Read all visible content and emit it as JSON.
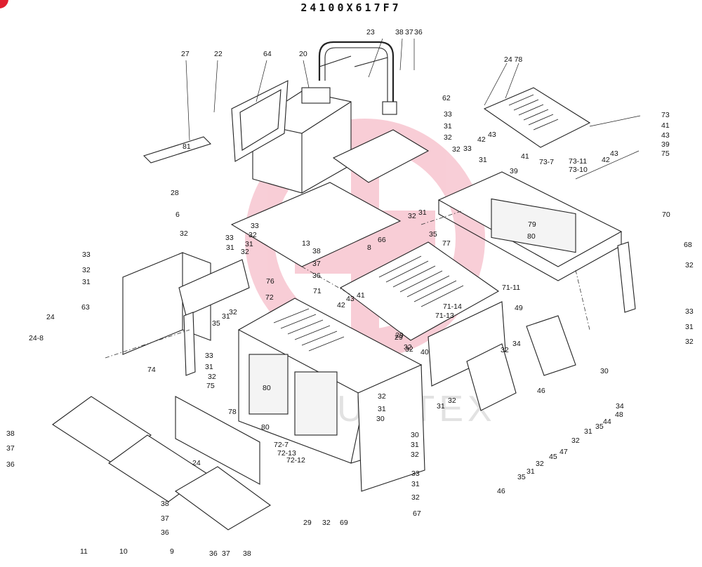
{
  "drawing": {
    "title": "24100X617F7",
    "watermark_text": "UNITEX"
  },
  "callouts": [
    {
      "id": "c23",
      "text": "23"
    },
    {
      "id": "c38a",
      "text": "38"
    },
    {
      "id": "c37a",
      "text": "37"
    },
    {
      "id": "c36a",
      "text": "36"
    },
    {
      "id": "c27",
      "text": "27"
    },
    {
      "id": "c22",
      "text": "22"
    },
    {
      "id": "c64",
      "text": "64"
    },
    {
      "id": "c20",
      "text": "20"
    },
    {
      "id": "c24_78",
      "text": "24 78"
    },
    {
      "id": "c62",
      "text": "62"
    },
    {
      "id": "c33a",
      "text": "33"
    },
    {
      "id": "c31a",
      "text": "31"
    },
    {
      "id": "c32a",
      "text": "32"
    },
    {
      "id": "c73",
      "text": "73"
    },
    {
      "id": "c41a",
      "text": "41"
    },
    {
      "id": "c43a",
      "text": "43"
    },
    {
      "id": "c39a",
      "text": "39"
    },
    {
      "id": "c75a",
      "text": "75"
    },
    {
      "id": "c81",
      "text": "81"
    },
    {
      "id": "c42a",
      "text": "42"
    },
    {
      "id": "c43b",
      "text": "43"
    },
    {
      "id": "c43c",
      "text": "43"
    },
    {
      "id": "c41b",
      "text": "41"
    },
    {
      "id": "c32b",
      "text": "32"
    },
    {
      "id": "c33b",
      "text": "33"
    },
    {
      "id": "c31b",
      "text": "31"
    },
    {
      "id": "c39b",
      "text": "39"
    },
    {
      "id": "c73_7",
      "text": "73-7"
    },
    {
      "id": "c73_11",
      "text": "73-11"
    },
    {
      "id": "c73_10",
      "text": "73-10"
    },
    {
      "id": "c42b",
      "text": "42"
    },
    {
      "id": "c28",
      "text": "28"
    },
    {
      "id": "c6",
      "text": "6"
    },
    {
      "id": "c32c",
      "text": "32"
    },
    {
      "id": "c31c",
      "text": "31"
    },
    {
      "id": "c35a",
      "text": "35"
    },
    {
      "id": "c77",
      "text": "77"
    },
    {
      "id": "c79",
      "text": "79"
    },
    {
      "id": "c80a",
      "text": "80"
    },
    {
      "id": "c70",
      "text": "70"
    },
    {
      "id": "c68",
      "text": "68"
    },
    {
      "id": "c33c",
      "text": "33"
    },
    {
      "id": "c31d",
      "text": "31"
    },
    {
      "id": "c32d",
      "text": "32"
    },
    {
      "id": "c13",
      "text": "13"
    },
    {
      "id": "c8",
      "text": "8"
    },
    {
      "id": "c66",
      "text": "66"
    },
    {
      "id": "c32e",
      "text": "32"
    },
    {
      "id": "c33d",
      "text": "33"
    },
    {
      "id": "c32f",
      "text": "32"
    },
    {
      "id": "c31e",
      "text": "31"
    },
    {
      "id": "c38b",
      "text": "38"
    },
    {
      "id": "c37b",
      "text": "37"
    },
    {
      "id": "c36b",
      "text": "36"
    },
    {
      "id": "c33e",
      "text": "33"
    },
    {
      "id": "c32g",
      "text": "32"
    },
    {
      "id": "c31f",
      "text": "31"
    },
    {
      "id": "c76",
      "text": "76"
    },
    {
      "id": "c71",
      "text": "71"
    },
    {
      "id": "c41c",
      "text": "41"
    },
    {
      "id": "c71_11",
      "text": "71-11"
    },
    {
      "id": "c42c",
      "text": "42"
    },
    {
      "id": "c43d",
      "text": "43"
    },
    {
      "id": "c71_14",
      "text": "71-14"
    },
    {
      "id": "c71_13",
      "text": "71-13"
    },
    {
      "id": "c49",
      "text": "49"
    },
    {
      "id": "c29a",
      "text": "29"
    },
    {
      "id": "c32h",
      "text": "32"
    },
    {
      "id": "c63",
      "text": "63"
    },
    {
      "id": "c72",
      "text": "72"
    },
    {
      "id": "c24a",
      "text": "24"
    },
    {
      "id": "c24_8",
      "text": "24-8"
    },
    {
      "id": "c35b",
      "text": "35"
    },
    {
      "id": "c31g",
      "text": "31"
    },
    {
      "id": "c32i",
      "text": "32"
    },
    {
      "id": "c33f",
      "text": "33"
    },
    {
      "id": "c31h",
      "text": "31"
    },
    {
      "id": "c32j",
      "text": "32"
    },
    {
      "id": "c29b",
      "text": "29"
    },
    {
      "id": "c32k",
      "text": "32"
    },
    {
      "id": "c40",
      "text": "40"
    },
    {
      "id": "c32l",
      "text": "32"
    },
    {
      "id": "c32m",
      "text": "32"
    },
    {
      "id": "c33g",
      "text": "33"
    },
    {
      "id": "c31i",
      "text": "31"
    },
    {
      "id": "c32n",
      "text": "32"
    },
    {
      "id": "c34a",
      "text": "34"
    },
    {
      "id": "c74",
      "text": "74"
    },
    {
      "id": "c30a",
      "text": "30"
    },
    {
      "id": "c34b",
      "text": "34"
    },
    {
      "id": "c46a",
      "text": "46"
    },
    {
      "id": "c80b",
      "text": "80"
    },
    {
      "id": "c32o",
      "text": "32"
    },
    {
      "id": "c31j",
      "text": "31"
    },
    {
      "id": "c30b",
      "text": "30"
    },
    {
      "id": "c31k",
      "text": "31"
    },
    {
      "id": "c32p",
      "text": "32"
    },
    {
      "id": "c48",
      "text": "48"
    },
    {
      "id": "c44",
      "text": "44"
    },
    {
      "id": "c35c",
      "text": "35"
    },
    {
      "id": "c31l",
      "text": "31"
    },
    {
      "id": "c32q",
      "text": "32"
    },
    {
      "id": "c75b",
      "text": "75"
    },
    {
      "id": "c78",
      "text": "78"
    },
    {
      "id": "c80c",
      "text": "80"
    },
    {
      "id": "c72_7",
      "text": "72-7"
    },
    {
      "id": "c72_13",
      "text": "72-13"
    },
    {
      "id": "c72_12",
      "text": "72-12"
    },
    {
      "id": "c30c",
      "text": "30"
    },
    {
      "id": "c31m",
      "text": "31"
    },
    {
      "id": "c32r",
      "text": "32"
    },
    {
      "id": "c47",
      "text": "47"
    },
    {
      "id": "c45",
      "text": "45"
    },
    {
      "id": "c32s",
      "text": "32"
    },
    {
      "id": "c38c",
      "text": "38"
    },
    {
      "id": "c37c",
      "text": "37"
    },
    {
      "id": "c36c",
      "text": "36"
    },
    {
      "id": "c24b",
      "text": "24"
    },
    {
      "id": "c33h",
      "text": "33"
    },
    {
      "id": "c31n",
      "text": "31"
    },
    {
      "id": "c32t",
      "text": "32"
    },
    {
      "id": "c35d",
      "text": "35"
    },
    {
      "id": "c31o",
      "text": "31"
    },
    {
      "id": "c46b",
      "text": "46"
    },
    {
      "id": "c38d",
      "text": "38"
    },
    {
      "id": "c37d",
      "text": "37"
    },
    {
      "id": "c36d",
      "text": "36"
    },
    {
      "id": "c29c",
      "text": "29"
    },
    {
      "id": "c32u",
      "text": "32"
    },
    {
      "id": "c69",
      "text": "69"
    },
    {
      "id": "c67",
      "text": "67"
    },
    {
      "id": "c11",
      "text": "11"
    },
    {
      "id": "c10",
      "text": "10"
    },
    {
      "id": "c9",
      "text": "9"
    },
    {
      "id": "c36e",
      "text": "36"
    },
    {
      "id": "c37e",
      "text": "37"
    },
    {
      "id": "c38e",
      "text": "38"
    }
  ]
}
